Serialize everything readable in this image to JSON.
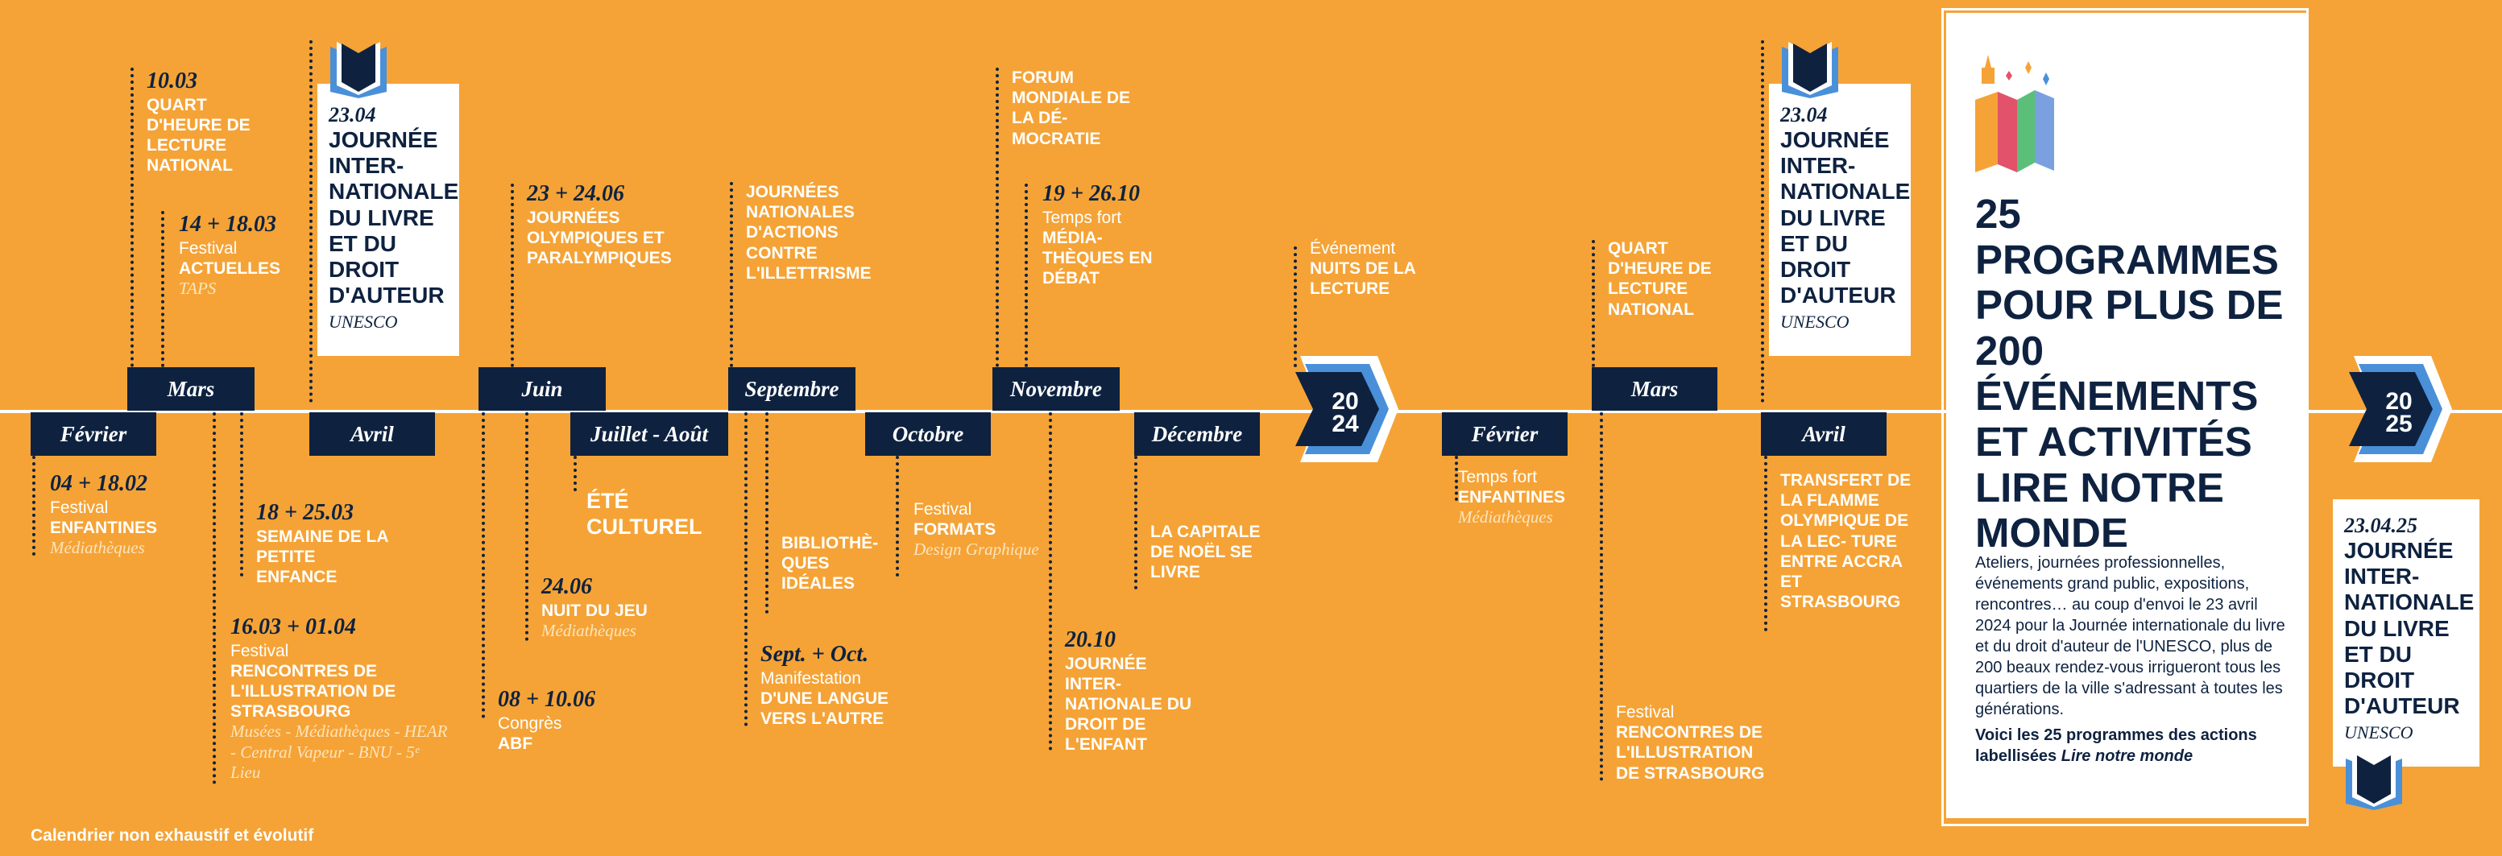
{
  "colors": {
    "background": "#f5a336",
    "navy": "#0e2240",
    "blue": "#4a90d9",
    "white": "#ffffff"
  },
  "months": {
    "fev1": "Février",
    "mars1": "Mars",
    "avril1": "Avril",
    "juin": "Juin",
    "juilaout": "Juillet - Août",
    "sept": "Septembre",
    "oct": "Octobre",
    "nov": "Novembre",
    "dec": "Décembre",
    "fev2": "Février",
    "mars2": "Mars",
    "avril2": "Avril"
  },
  "years": {
    "y2024": [
      "20",
      "24"
    ],
    "y2025": [
      "20",
      "25"
    ]
  },
  "events": {
    "e1": {
      "date": "10.03",
      "title": "QUART D'HEURE DE LECTURE NATIONAL"
    },
    "e2": {
      "date": "14 + 18.03",
      "tag": "Festival",
      "title": "ACTUELLES",
      "sub": "TAPS"
    },
    "e3": {
      "date": "04 + 18.02",
      "tag": "Festival",
      "title": "ENFANTINES",
      "sub": "Médiathèques"
    },
    "e4": {
      "date": "18 + 25.03",
      "title": "SEMAINE DE LA PETITE ENFANCE"
    },
    "e5": {
      "date": "16.03 + 01.04",
      "tag": "Festival",
      "title": "RENCONTRES DE L'ILLUSTRATION DE STRASBOURG",
      "sub": "Musées - Médiathèques - HEAR - Central Vapeur - BNU - 5ᵉ Lieu"
    },
    "e6": {
      "date": "23 + 24.06",
      "title": "JOURNÉES OLYMPIQUES ET PARALYMPIQUES"
    },
    "e7": {
      "title": "ÉTÉ CULTUREL"
    },
    "e8": {
      "date": "24.06",
      "title": "NUIT DU JEU",
      "sub": "Médiathèques"
    },
    "e9": {
      "date": "08 + 10.06",
      "tag": "Congrès",
      "title": "ABF"
    },
    "e10": {
      "title": "JOURNÉES NATIONALES D'ACTIONS CONTRE L'ILLETTRISME"
    },
    "e11": {
      "title": "BIBLIOTHÈ- QUES IDÉALES"
    },
    "e12": {
      "date": "Sept. + Oct.",
      "tag": "Manifestation",
      "title": "D'UNE LANGUE VERS L'AUTRE"
    },
    "e13": {
      "tag": "Festival",
      "title": "FORMATS",
      "sub": "Design Graphique"
    },
    "e14": {
      "title": "FORUM MONDIALE DE LA DÉ- MOCRATIE"
    },
    "e15": {
      "date": "19 + 26.10",
      "tag": "Temps fort",
      "title": "MÉDIA- THÈQUES EN DÉBAT"
    },
    "e16": {
      "date": "20.10",
      "title": "JOURNÉE INTER- NATIONALE DU DROIT DE L'ENFANT"
    },
    "e17": {
      "title": "LA CAPITALE DE NOËL SE LIVRE"
    },
    "e18": {
      "tag": "Événement",
      "title": "NUITS DE LA LECTURE"
    },
    "e19": {
      "tag": "Temps fort",
      "title": "ENFANTINES",
      "sub": "Médiathèques"
    },
    "e20": {
      "title": "QUART D'HEURE DE LECTURE NATIONAL"
    },
    "e21": {
      "tag": "Festival",
      "title": "RENCONTRES DE L'ILLUSTRATION DE STRASBOURG"
    },
    "e22": {
      "title": "TRANSFERT DE LA FLAMME OLYMPIQUE DE LA LEC- TURE ENTRE ACCRA ET STRASBOURG"
    }
  },
  "cards": {
    "c1": {
      "date": "23.04",
      "title": "JOURNÉE INTER- NATIONALE DU LIVRE ET DU DROIT D'AUTEUR",
      "sub": "UNESCO"
    },
    "c2": {
      "date": "23.04",
      "title": "JOURNÉE INTER- NATIONALE DU LIVRE ET DU DROIT D'AUTEUR",
      "sub": "UNESCO"
    },
    "c3": {
      "date": "23.04.25",
      "title": "JOURNÉE INTER- NATIONALE DU LIVRE ET DU DROIT D'AUTEUR",
      "sub": "UNESCO"
    }
  },
  "panel": {
    "title": "25 PROGRAMMES POUR PLUS DE 200 ÉVÉNEMENTS ET ACTIVITÉS LIRE NOTRE MONDE",
    "body": "Ateliers, journées professionnelles, événements grand public, expositions, rencontres… au coup d'envoi le 23 avril 2024 pour la Journée internationale du livre et du droit d'auteur de l'UNESCO, plus de 200 beaux rendez-vous irrigueront tous les quartiers de la ville s'adressant à toutes les générations.",
    "footer_prefix": "Voici les 25 programmes des actions labellisées ",
    "footer_em": "Lire notre monde"
  },
  "footer": "Calendrier non exhaustif  et évolutif",
  "icons": {
    "book": "book-icon",
    "logo": "lire-notre-monde-logo"
  }
}
